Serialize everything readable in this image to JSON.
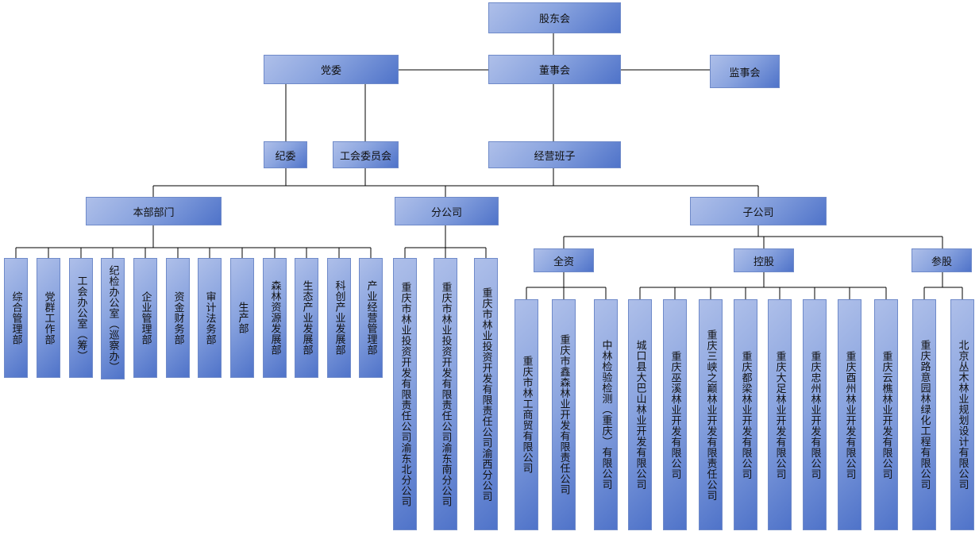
{
  "top": {
    "shareholders": "股东会",
    "party_committee": "党委",
    "board": "董事会",
    "supervisors": "监事会",
    "discipline": "纪委",
    "union": "工会委员会",
    "management": "经营班子"
  },
  "groups": {
    "headquarters": "本部部门",
    "branches": "分公司",
    "subsidiaries": "子公司"
  },
  "departments": [
    "综合管理部",
    "党群工作部",
    "工会办公室（筹）",
    "纪检办公室（巡察办）",
    "企业管理部",
    "资金财务部",
    "审计法务部",
    "生产部",
    "森林资源发展部",
    "生态产业发展部",
    "科创产业发展部",
    "产业经营管理部"
  ],
  "branches": [
    "重庆市林业投资开发有限责任公司渝东北分公司",
    "重庆市林业投资开发有限责任公司渝东南分公司",
    "重庆市林业投资开发有限责任公司渝西分公司"
  ],
  "subsidiary_types": {
    "wholly_owned": "全资",
    "holding": "控股",
    "participating": "参股"
  },
  "wholly_owned": [
    "重庆市林工商贸有限公司",
    "重庆市鑫森林业开发有限责任公司",
    "中林检验检测（重庆）有限公司"
  ],
  "holding": [
    "城口县大巴山林业开发有限公司",
    "重庆巫溪林业开发有限公司",
    "重庆三峡之巅林业开发有限责任公司",
    "重庆都梁林业开发有限公司",
    "重庆大足林业开发有限公司",
    "重庆忠州林业开发有限公司",
    "重庆酉州林业开发有限公司",
    "重庆云樵林业开发有限公司"
  ],
  "participating": [
    "重庆路意园林绿化工程有限公司",
    "北京丛木林业规划设计有限公司"
  ],
  "colors": {
    "box_light": "#aebfe9",
    "box_dark": "#4f73c9",
    "line": "#000000"
  }
}
